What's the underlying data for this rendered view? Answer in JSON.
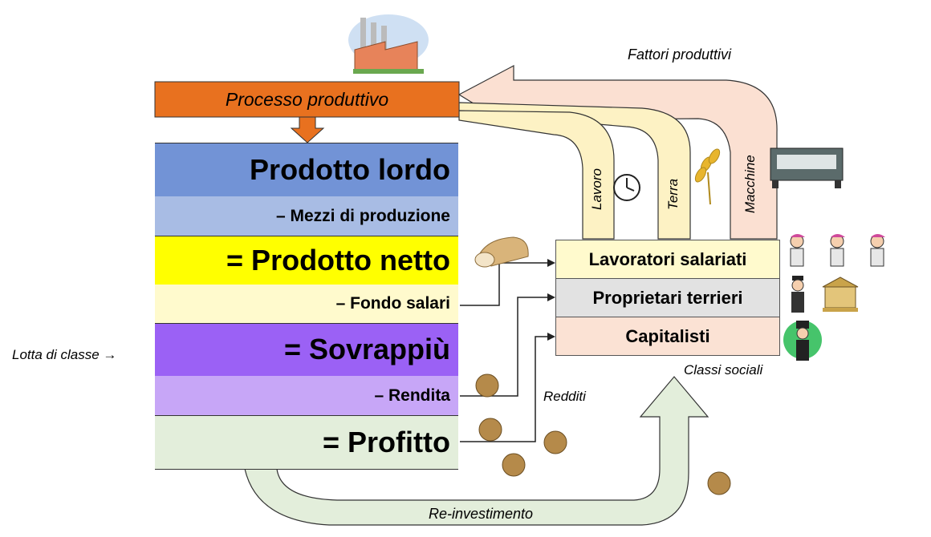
{
  "process_label": "Processo produttivo",
  "factors_title": "Fattori produttivi",
  "factors": [
    {
      "label": "Lavoro"
    },
    {
      "label": "Terra"
    },
    {
      "label": "Macchine"
    }
  ],
  "stack": [
    {
      "label": "Prodotto lordo",
      "color": "#7293d6"
    },
    {
      "label": "– Mezzi di produzione",
      "color": "#a8bce4"
    },
    {
      "label": "= Prodotto netto",
      "color": "#ffff00"
    },
    {
      "label": "– Fondo salari",
      "color": "#fffacd"
    },
    {
      "label": "= Sovrappiù",
      "color": "#9b61f5"
    },
    {
      "label": "– Rendita",
      "color": "#c7a6f7"
    },
    {
      "label": "= Profitto",
      "color": "#e3eedb"
    }
  ],
  "classes": [
    {
      "label": "Lavoratori salariati",
      "color": "#fffacd"
    },
    {
      "label": "Proprietari terrieri",
      "color": "#e2e2e2"
    },
    {
      "label": "Capitalisti",
      "color": "#fbe2d4"
    }
  ],
  "classes_title": "Classi sociali",
  "redditi_label": "Redditi",
  "class_struggle_label": "Lotta di classe →",
  "reinvestment_label": "Re-investimento",
  "colors": {
    "process_bar": "#e8711f",
    "factor_arrow": "#fbe0d2",
    "lavoro_band": "#fdf2c4",
    "reinvest_arrow": "#e3eedb"
  }
}
